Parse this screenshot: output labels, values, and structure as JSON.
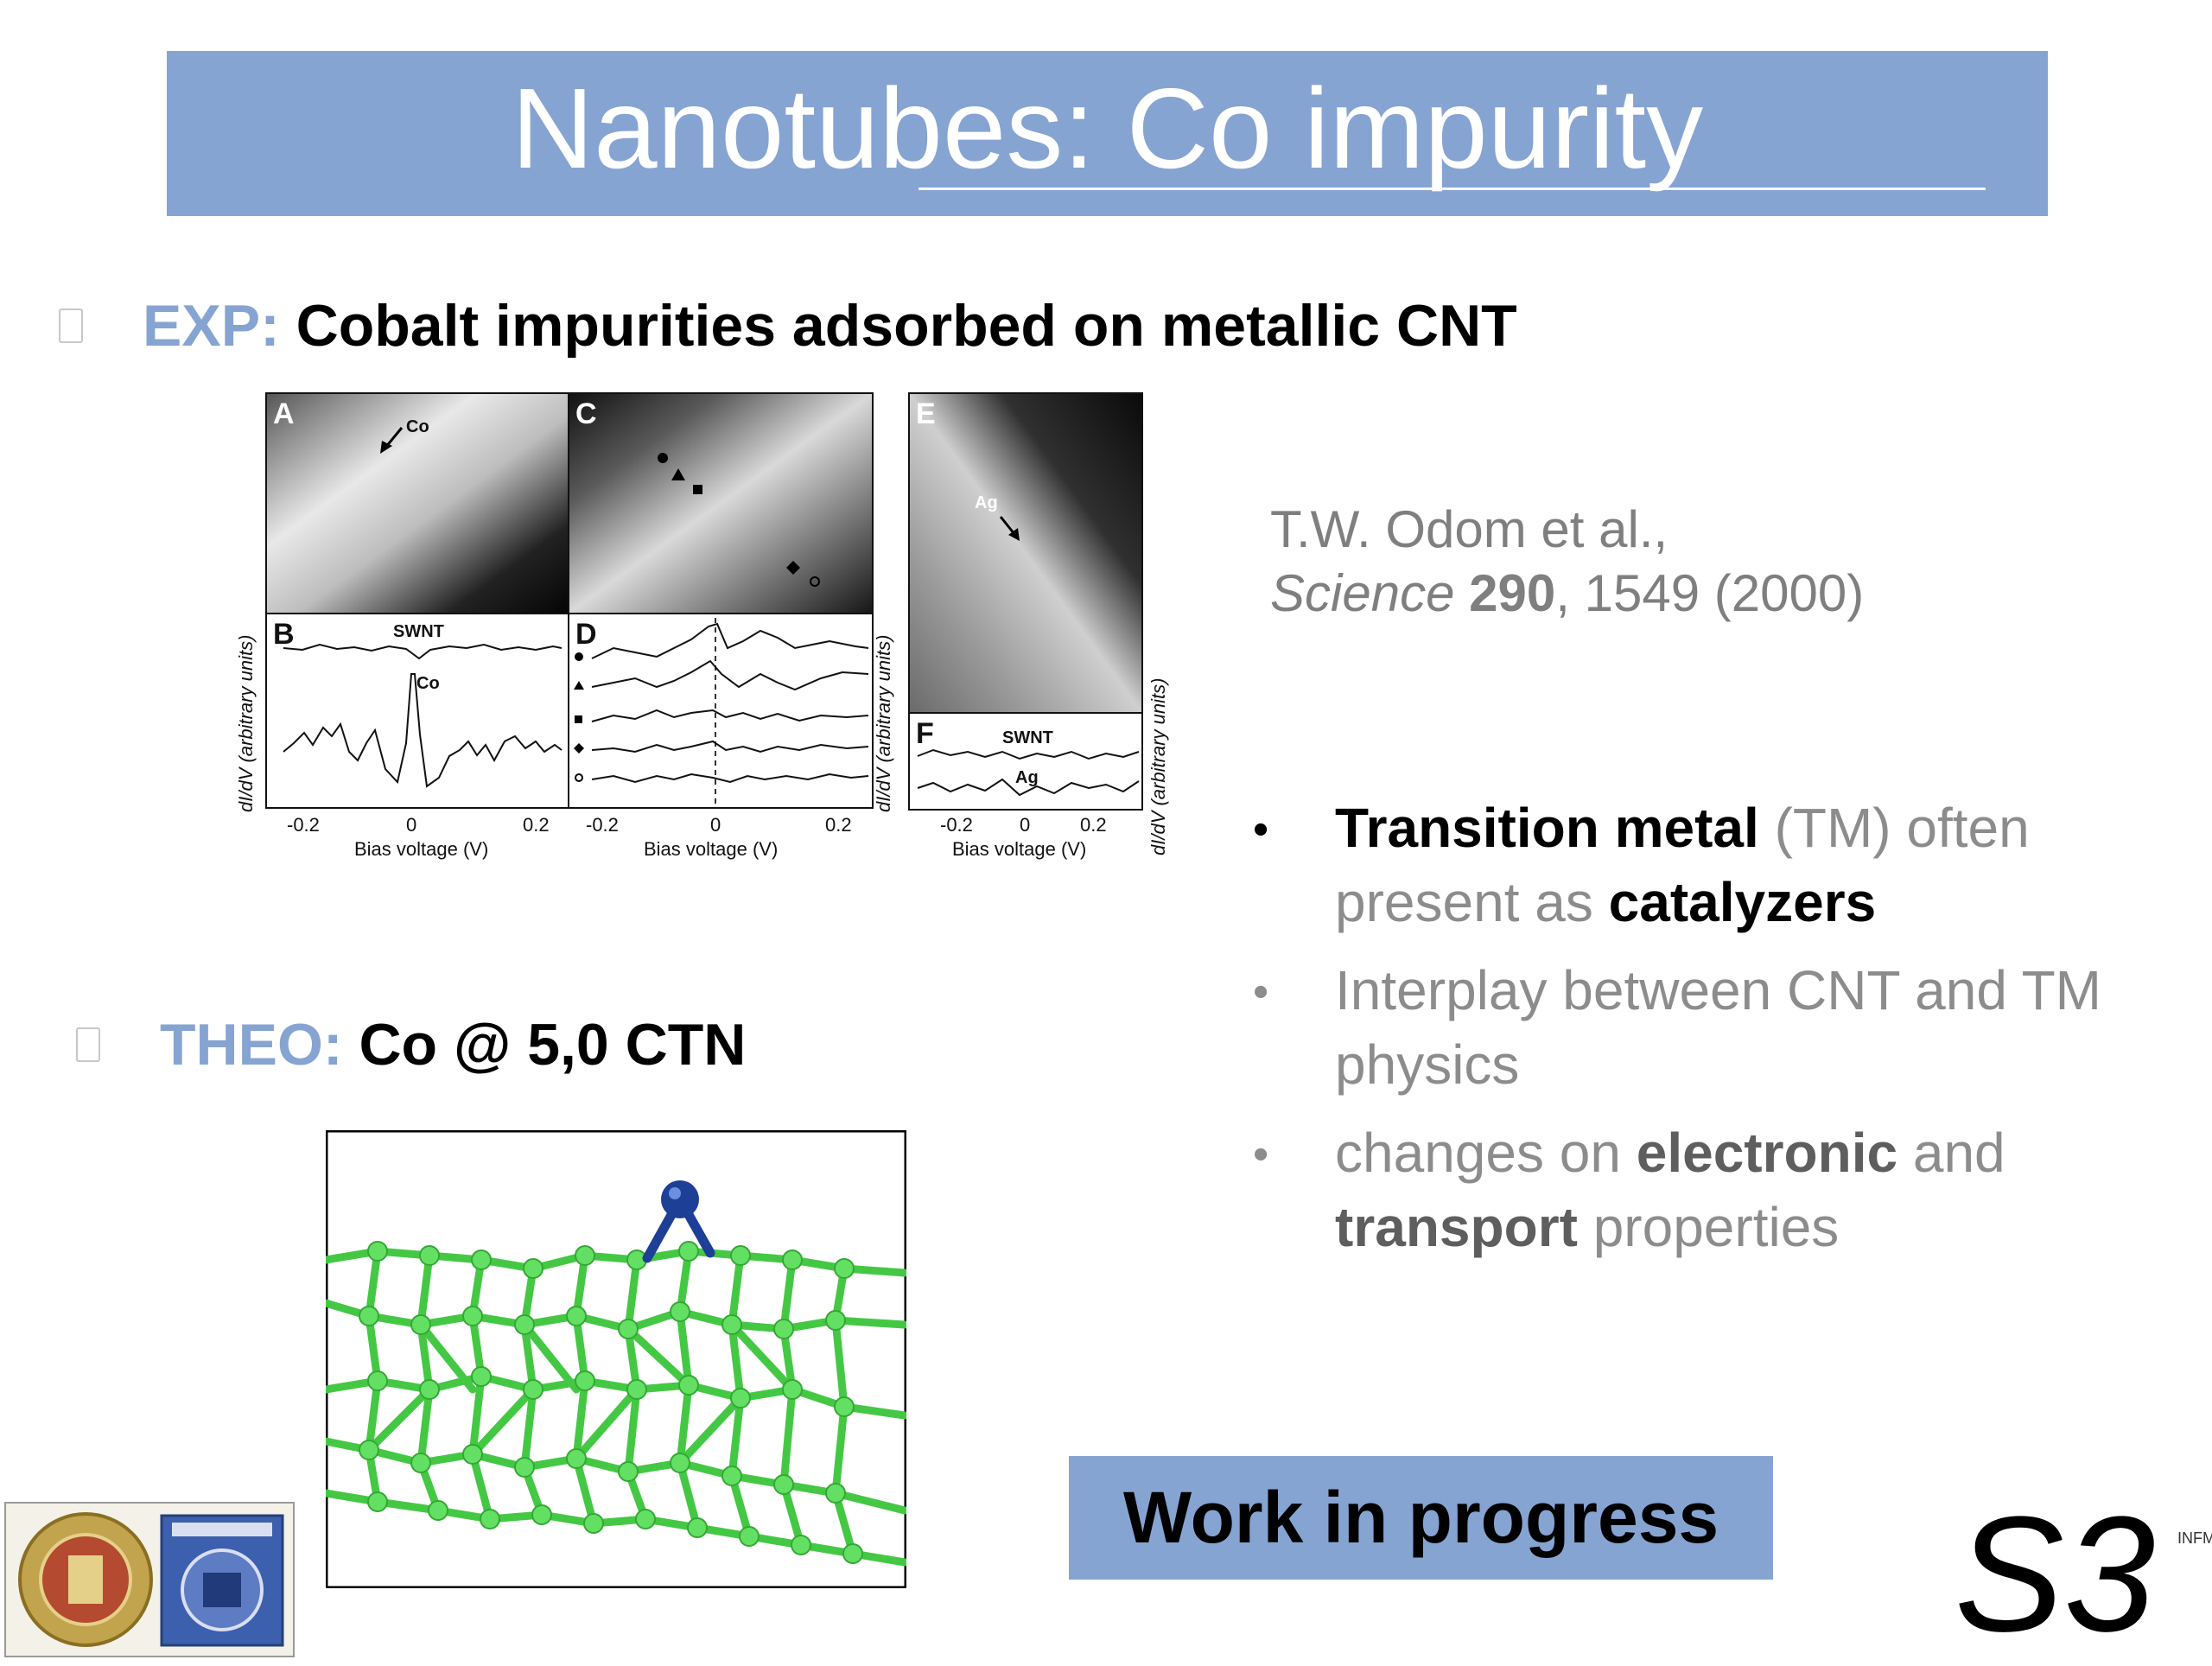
{
  "slide": {
    "title": "Nanotubes: Co impurity"
  },
  "exp": {
    "label": "EXP:",
    "text": "Cobalt impurities adsorbed on metallic CNT"
  },
  "figure": {
    "panels": [
      "A",
      "B",
      "C",
      "D",
      "E",
      "F"
    ],
    "labels": {
      "co_stm": "Co",
      "ag_stm": "Ag",
      "swnt_b": "SWNT",
      "co_b": "Co",
      "swnt_f": "SWNT",
      "ag_f": "Ag"
    },
    "ylabel": "dI/dV (arbitrary units)",
    "xlabel": "Bias voltage (V)",
    "ticks_bd": [
      "-0.2",
      "0",
      "0.2"
    ],
    "ticks_f": [
      "-0.2",
      "0",
      "0.2"
    ]
  },
  "reference": {
    "authors": "T.W. Odom et al.,",
    "journal": "Science",
    "volume": "290",
    "rest": ", 1549 (2000)"
  },
  "theo": {
    "label": "THEO:",
    "text": "Co @ 5,0 CTN"
  },
  "bullets": [
    {
      "dot": "•",
      "bold1": "Transition metal",
      "t1": " (TM) often present as ",
      "bold2": "catalyzers",
      "t2": ""
    },
    {
      "dot": "•",
      "t1": "Interplay between CNT and TM physics"
    },
    {
      "dot": "•",
      "t1": "changes on ",
      "bold1": "electronic",
      "t2": " and ",
      "bold2": "transport",
      "t3": " properties"
    }
  ],
  "wip": "Work in progress",
  "logo": {
    "mark": "S3",
    "sup": "INFM"
  },
  "colors": {
    "accent": "#86a4d2",
    "nanotube": "#55d455",
    "cobalt_atom": "#1e3f96"
  }
}
